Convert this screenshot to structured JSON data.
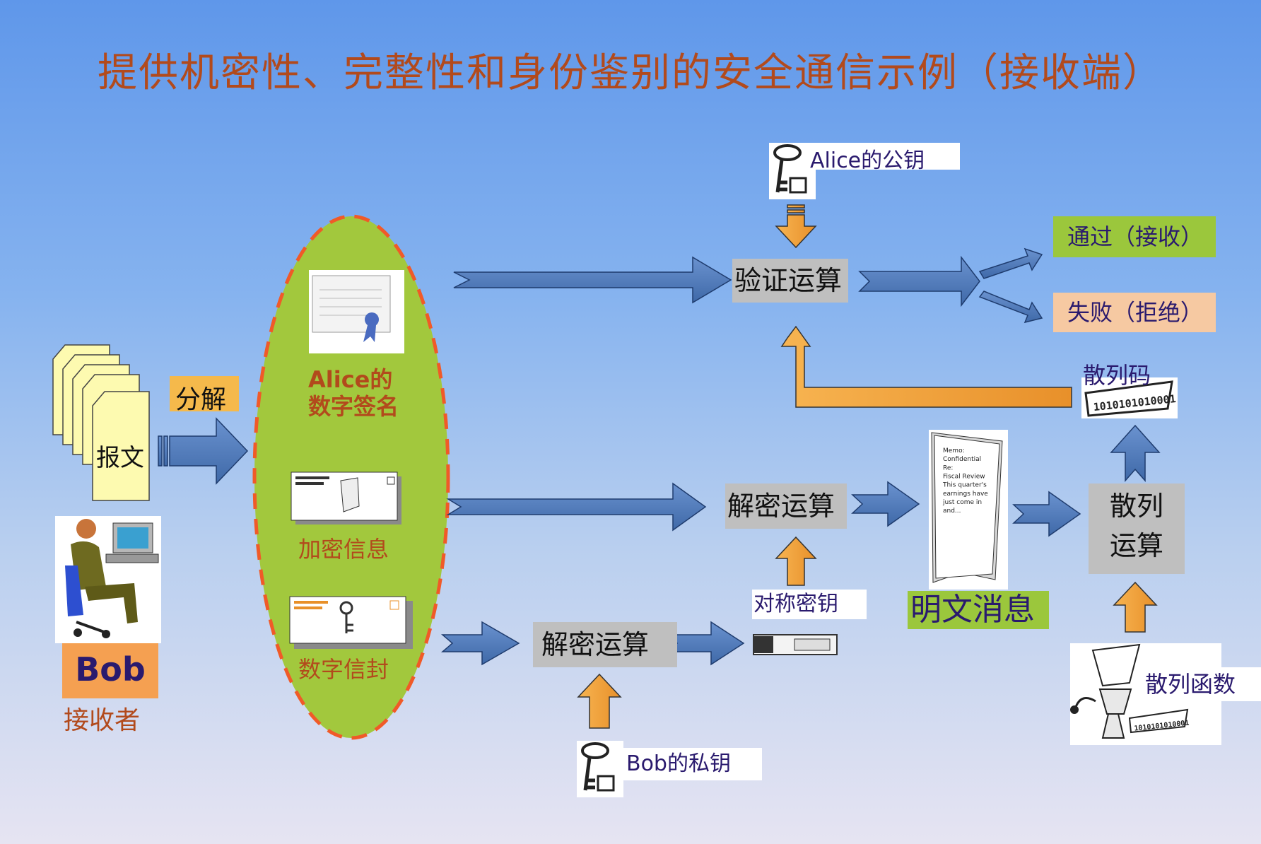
{
  "title": "提供机密性、完整性和身份鉴别的安全通信示例（接收端）",
  "receiver": {
    "name": "Bob",
    "role": "接收者"
  },
  "message_label": "报文",
  "decompose_label": "分解",
  "envelope_items": {
    "signature": "Alice的\n数字签名",
    "encrypted_info": "加密信息",
    "digital_envelope": "数字信封"
  },
  "operations": {
    "verify": "验证运算",
    "decrypt_main": "解密运算",
    "decrypt_envelope": "解密运算",
    "hash": "散列\n运算"
  },
  "keys": {
    "alice_public": "Alice的公钥",
    "bob_private": "Bob的私钥",
    "symmetric": "对称密钥"
  },
  "outputs": {
    "pass": "通过（接收）",
    "fail": "失败（拒绝）",
    "plaintext": "明文消息",
    "hash_code": "散列码",
    "hash_function": "散列函数"
  },
  "icon_text": {
    "hash_digits": "1010101010001",
    "memo": "Memo:\nConfidential\nRe:\nFiscal Review\nThis quarter's\nearnings have\njust come in\nand..."
  },
  "colors": {
    "arrow_blue": "#4f79b8",
    "arrow_orange": "#f0a23a",
    "ellipse_fill": "#a2c83d",
    "ellipse_border": "#f05a28",
    "pass_bg": "#9bc73c",
    "fail_bg": "#f6c9a2",
    "title": "#b24a1c"
  }
}
